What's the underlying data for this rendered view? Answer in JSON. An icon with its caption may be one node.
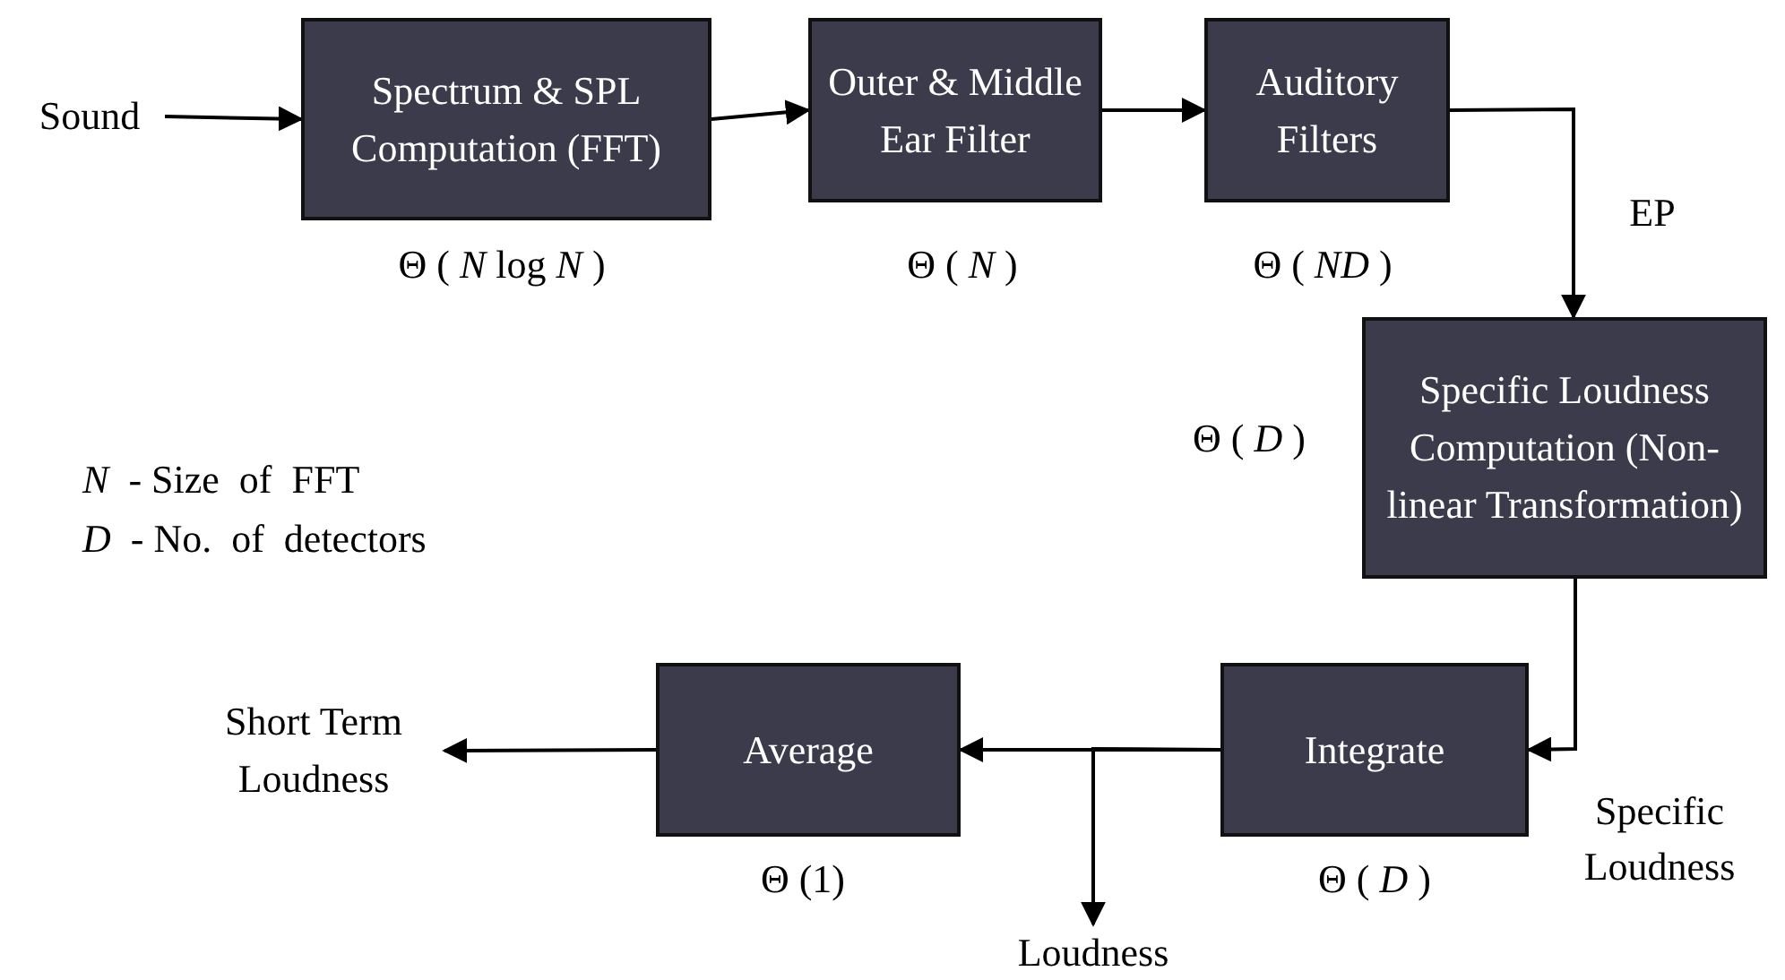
{
  "diagram": {
    "nodes": [
      {
        "text": [
          "Sound"
        ]
      },
      {
        "text": [
          "Spectrum & SPL Computation (FFT)"
        ],
        "beside": [
          "Θ ( *N*  log  *N* )"
        ]
      },
      {
        "text": [
          "Outer & Middle Ear Filter"
        ],
        "beside": [
          "Θ ( *N* )"
        ]
      },
      {
        "text": [
          "Auditory Filters"
        ],
        "beside": [
          "Θ ( *ND* )"
        ]
      },
      {
        "text": [
          "Specific Loudness Computation (Non-linear Transformation)"
        ],
        "beside": [
          "Θ ( *D* )"
        ]
      },
      {
        "text": [
          "Integrate"
        ],
        "beside": [
          "Θ ( *D* )"
        ]
      },
      {
        "text": [
          "Average"
        ],
        "beside": [
          "Θ (1)"
        ]
      },
      {
        "text": [
          "Short Term Loudness"
        ]
      },
      {
        "text": [
          "Loudness"
        ]
      }
    ],
    "edges": [
      {
        "from": 0,
        "to": 1,
        "arrow": "to"
      },
      {
        "from": 1,
        "to": 2,
        "arrow": "to"
      },
      {
        "from": 2,
        "to": 3,
        "arrow": "to"
      },
      {
        "from": 3,
        "to": 4,
        "arrow": "to",
        "label": "EP"
      },
      {
        "from": 4,
        "to": 5,
        "arrow": "to",
        "label": "Specific Loudness"
      },
      {
        "from": 5,
        "to": 6,
        "arrow": "to"
      },
      {
        "from": 5,
        "to": 8,
        "arrow": "to"
      },
      {
        "from": 6,
        "to": 7,
        "arrow": "to"
      }
    ],
    "labels": [
      "*N*  - Size  of  FFT",
      "*D*  - No.  of  detectors"
    ]
  }
}
